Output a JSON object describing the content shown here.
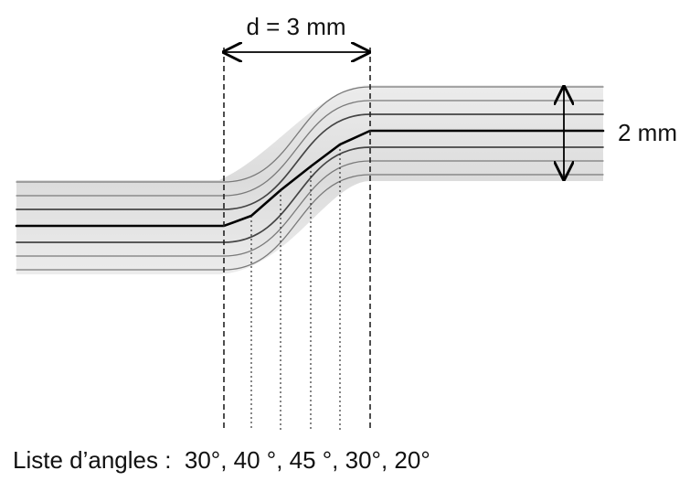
{
  "diagram": {
    "width_label": "d = 3 mm",
    "thickness_label": "2 mm",
    "angles_caption": "Liste d’angles :  30°, 40 °, 45 °, 30°, 20°"
  },
  "colors": {
    "band_light": "#e9e9e9",
    "band_mid": "#d3d3d3",
    "thin_line": "#7a7a7a",
    "mid_line": "#444444",
    "center_line": "#000000",
    "dashed_line": "#222222"
  }
}
